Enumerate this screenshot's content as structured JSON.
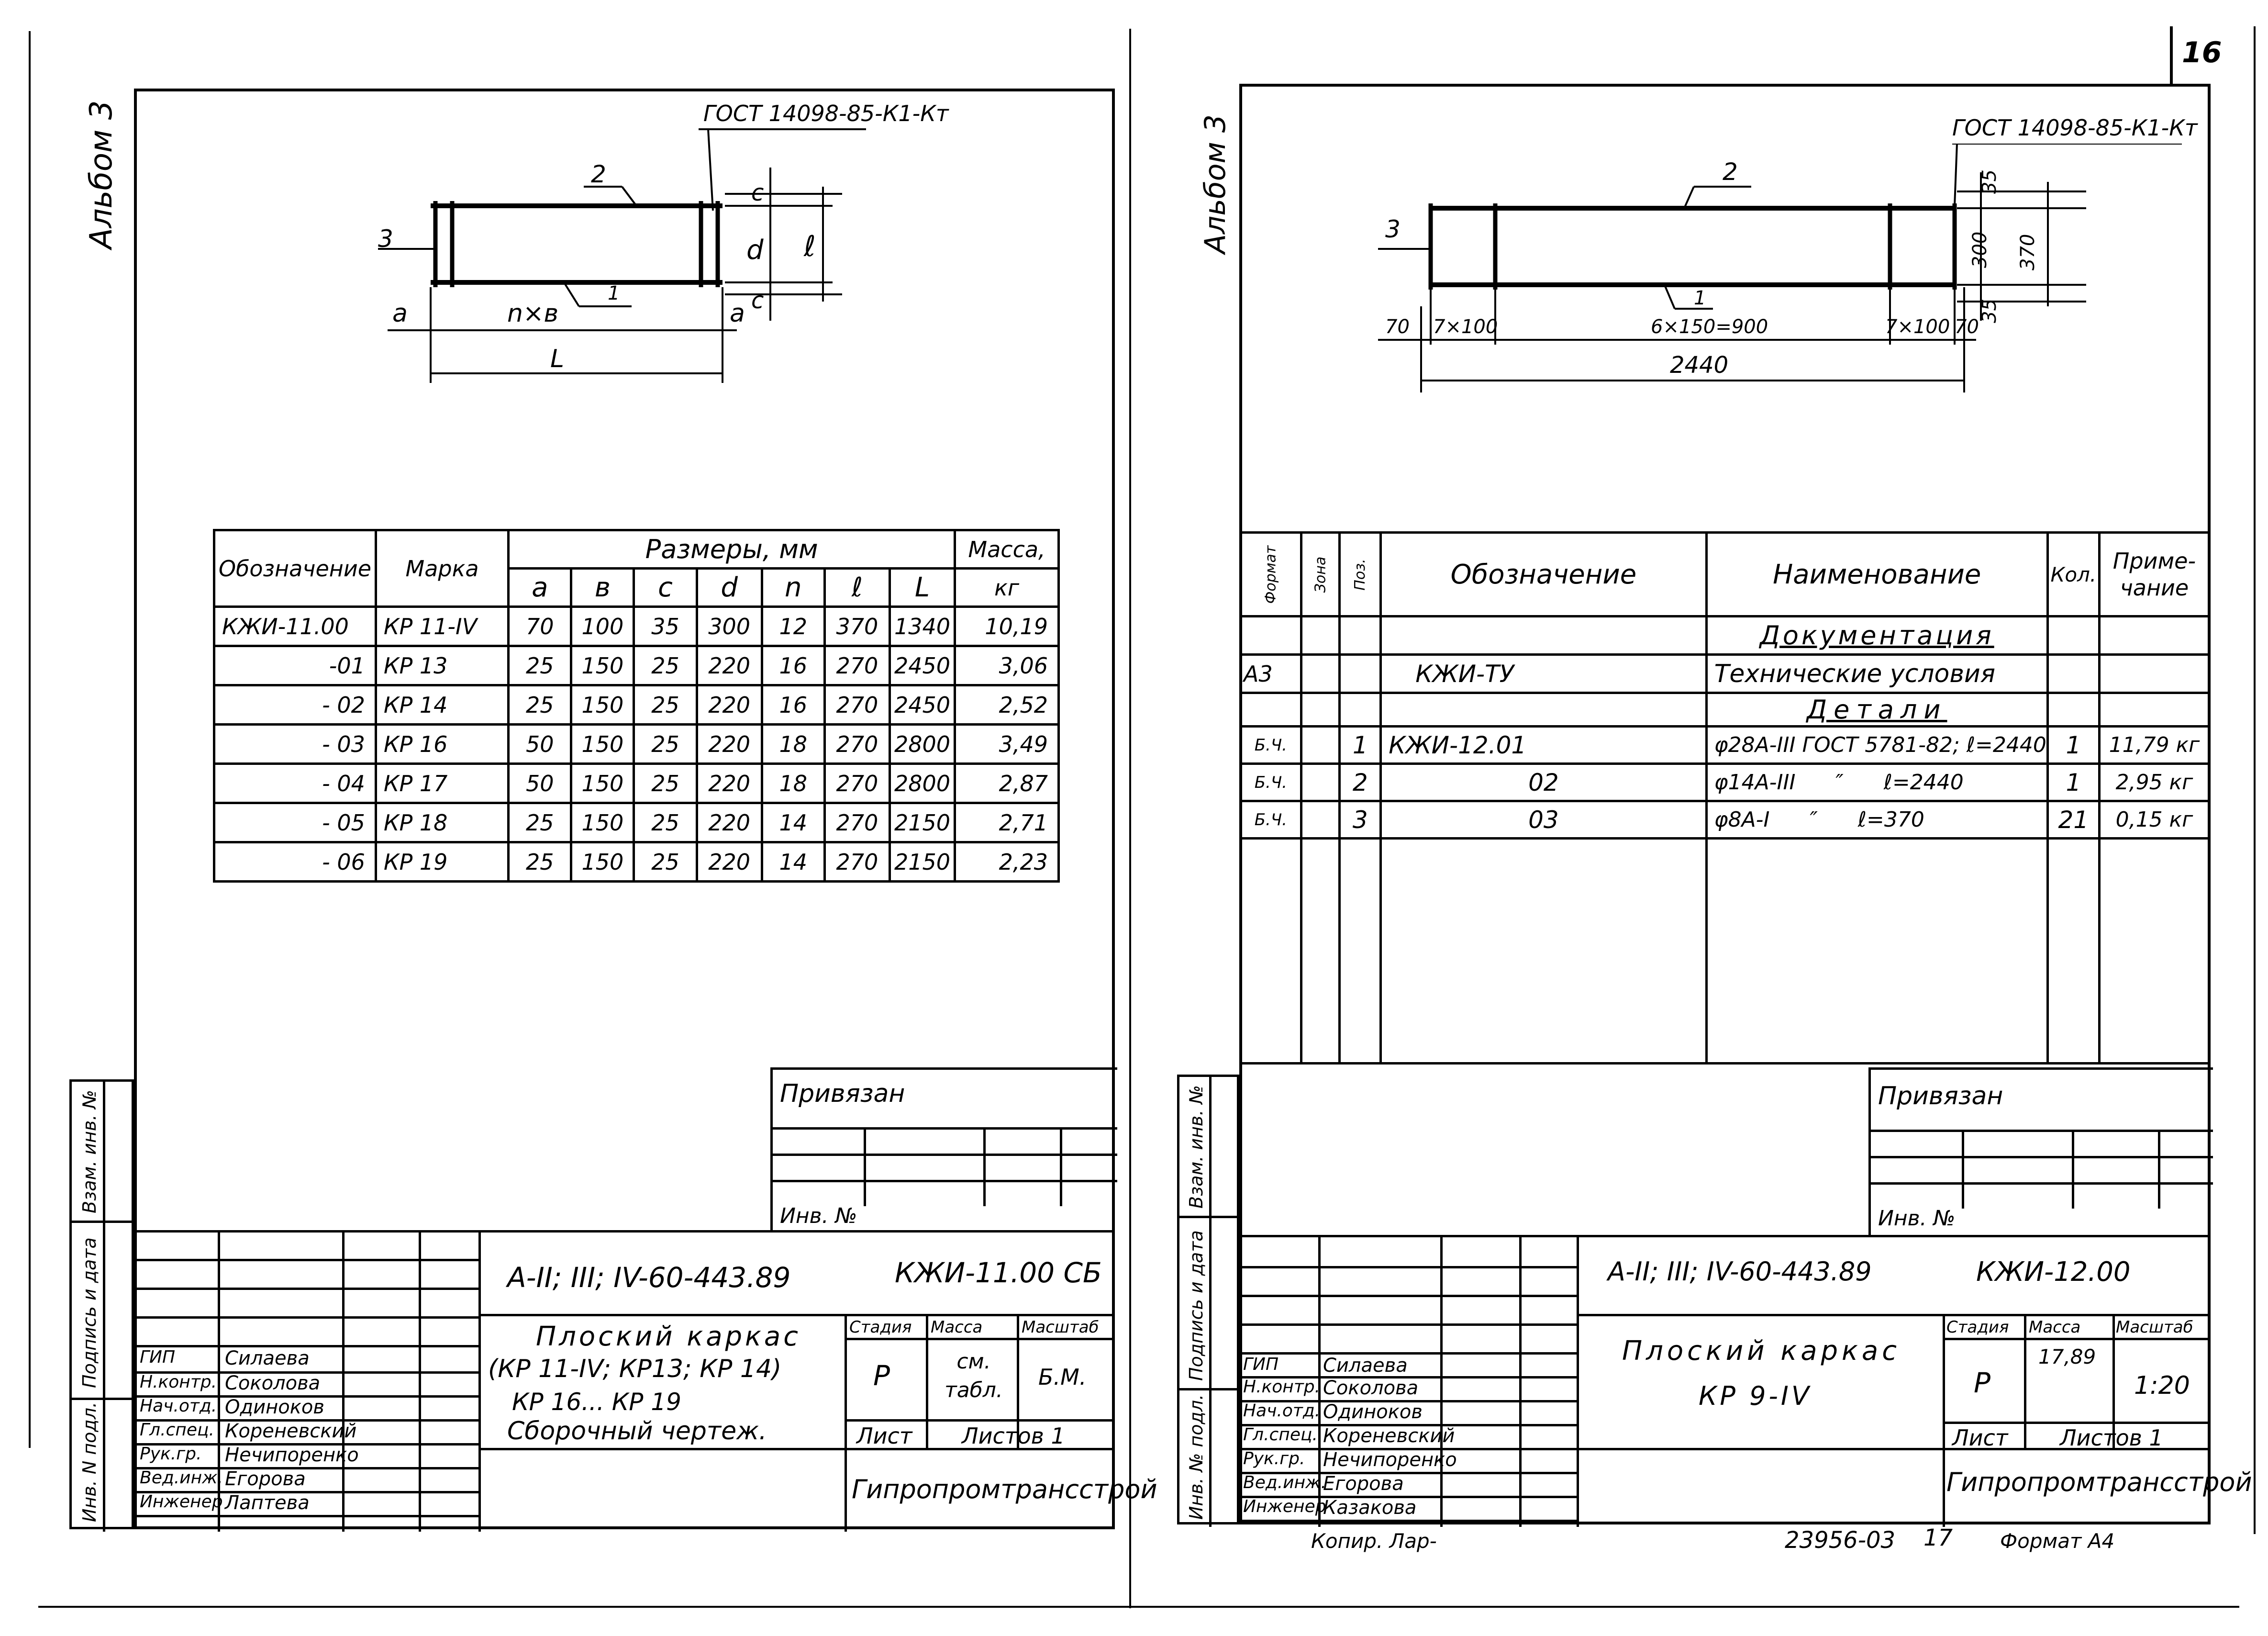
{
  "left_sheet": {
    "album": "Альбом 3",
    "gost_ref": "ГОСТ 14098-85-К1-Кт",
    "drawing_labels": {
      "pos2": "2",
      "pos3": "3",
      "pos1": "1",
      "dim_a_left": "a",
      "dim_nxb": "n×в",
      "dim_a_right": "a",
      "dim_L": "L",
      "dim_c_top": "c",
      "dim_d": "d",
      "dim_c_bottom": "c",
      "dim_l": "ℓ"
    },
    "table": {
      "header_designation": "Обозначение",
      "header_mark": "Марка",
      "header_sizes": "Размеры, мм",
      "header_mass": "Масса,",
      "header_mass_unit": "кг",
      "sub_headers": [
        "a",
        "в",
        "c",
        "d",
        "n",
        "ℓ",
        "L"
      ],
      "rows": [
        [
          "КЖИ-11.00",
          "КР 11-IV",
          "70",
          "100",
          "35",
          "300",
          "12",
          "370",
          "1340",
          "10,19"
        ],
        [
          "-01",
          "КР 13",
          "25",
          "150",
          "25",
          "220",
          "16",
          "270",
          "2450",
          "3,06"
        ],
        [
          "- 02",
          "КР 14",
          "25",
          "150",
          "25",
          "220",
          "16",
          "270",
          "2450",
          "2,52"
        ],
        [
          "- 03",
          "КР 16",
          "50",
          "150",
          "25",
          "220",
          "18",
          "270",
          "2800",
          "3,49"
        ],
        [
          "- 04",
          "КР 17",
          "50",
          "150",
          "25",
          "220",
          "18",
          "270",
          "2800",
          "2,87"
        ],
        [
          "- 05",
          "КР 18",
          "25",
          "150",
          "25",
          "220",
          "14",
          "270",
          "2150",
          "2,71"
        ],
        [
          "- 06",
          "КР 19",
          "25",
          "150",
          "25",
          "220",
          "14",
          "270",
          "2150",
          "2,23"
        ]
      ]
    },
    "privyazan": "Привязан",
    "inv_no": "Инв. №",
    "side_stamp": [
      "Инв. N подл.",
      "Подпись и дата",
      "Взам. инв. №"
    ],
    "title_block": {
      "doc_code": "A-II; III; IV-60-443.89",
      "drawing_code": "КЖИ-11.00 СБ",
      "title_lines": [
        "Плоский каркас",
        "(КР 11-IV; КР13; КР 14)",
        "КР 16... КР 19",
        "Сборочный чертеж."
      ],
      "stage_label": "Стадия",
      "mass_label": "Масса",
      "scale_label": "Масштаб",
      "stage": "Р",
      "mass": "см. табл.",
      "scale": "Б.М.",
      "sheet_label": "Лист",
      "sheets_label": "Листов 1",
      "org": "Гипропромтрансстрой",
      "people": [
        [
          "ГИП",
          "Силаева"
        ],
        [
          "Н.контр.",
          "Соколова"
        ],
        [
          "Нач.отд.",
          "Одиноков"
        ],
        [
          "Гл.спец.",
          "Кореневский"
        ],
        [
          "Рук.гр.",
          "Нечипоренко"
        ],
        [
          "Вед.инж.",
          "Егорова"
        ],
        [
          "Инженер",
          "Лаптева"
        ]
      ]
    }
  },
  "right_sheet": {
    "page_number": "16",
    "album": "Альбом 3",
    "gost_ref": "ГОСТ 14098-85-К1-Кт",
    "drawing_labels": {
      "pos2": "2",
      "pos3": "3",
      "pos1": "1",
      "d70_left": "70",
      "d7x100_left": "7×100",
      "d6x150": "6×150=900",
      "d7x100_right": "7×100",
      "d70_right": "70",
      "d2440": "2440",
      "d35_top": "35",
      "d300": "300",
      "d35_bottom": "35",
      "d370": "370"
    },
    "spec_table": {
      "headers": [
        "Формат",
        "Зона",
        "Поз.",
        "Обозначение",
        "Наименование",
        "Кол.",
        "Примечание"
      ],
      "header_note_line1": "Приме-",
      "header_note_line2": "чание",
      "section_docs": "Документация",
      "section_parts": "Детали",
      "doc_row": [
        "А3",
        "",
        "",
        "КЖИ-ТУ",
        "Технические условия",
        "",
        ""
      ],
      "parts": [
        [
          "Б.Ч.",
          "",
          "1",
          "КЖИ-12.01",
          "φ28А-III ГОСТ 5781-82; ℓ=2440",
          "1",
          "11,79 кг"
        ],
        [
          "Б.Ч.",
          "",
          "2",
          "02",
          "φ14А-III      ″      ℓ=2440",
          "1",
          "2,95 кг"
        ],
        [
          "Б.Ч.",
          "",
          "3",
          "03",
          "φ8А-I      ″      ℓ=370",
          "21",
          "0,15 кг"
        ]
      ]
    },
    "privyazan": "Привязан",
    "inv_no": "Инв. №",
    "side_stamp": [
      "Инв. № подл.",
      "Подпись и дата",
      "Взам. инв. №"
    ],
    "title_block": {
      "doc_code": "A-II; III; IV-60-443.89",
      "drawing_code": "КЖИ-12.00",
      "title_lines": [
        "Плоский каркас",
        "КР 9-IV"
      ],
      "stage_label": "Стадия",
      "mass_label": "Масса",
      "scale_label": "Масштаб",
      "stage": "Р",
      "mass": "17,89",
      "scale": "1:20",
      "sheet_label": "Лист",
      "sheets_label": "Листов 1",
      "org": "Гипропромтрансстрой",
      "people": [
        [
          "ГИП",
          "Силаева"
        ],
        [
          "Н.контр.",
          "Соколова"
        ],
        [
          "Нач.отд.",
          "Одиноков"
        ],
        [
          "Гл.спец.",
          "Кореневский"
        ],
        [
          "Рук.гр.",
          "Нечипоренко"
        ],
        [
          "Вед.инж.",
          "Егорова"
        ],
        [
          "Инженер",
          "Казакова"
        ]
      ]
    },
    "footer": {
      "copied": "Копир. Лар-",
      "inventory": "23956-03",
      "page": "17",
      "format": "Формат А4"
    }
  }
}
